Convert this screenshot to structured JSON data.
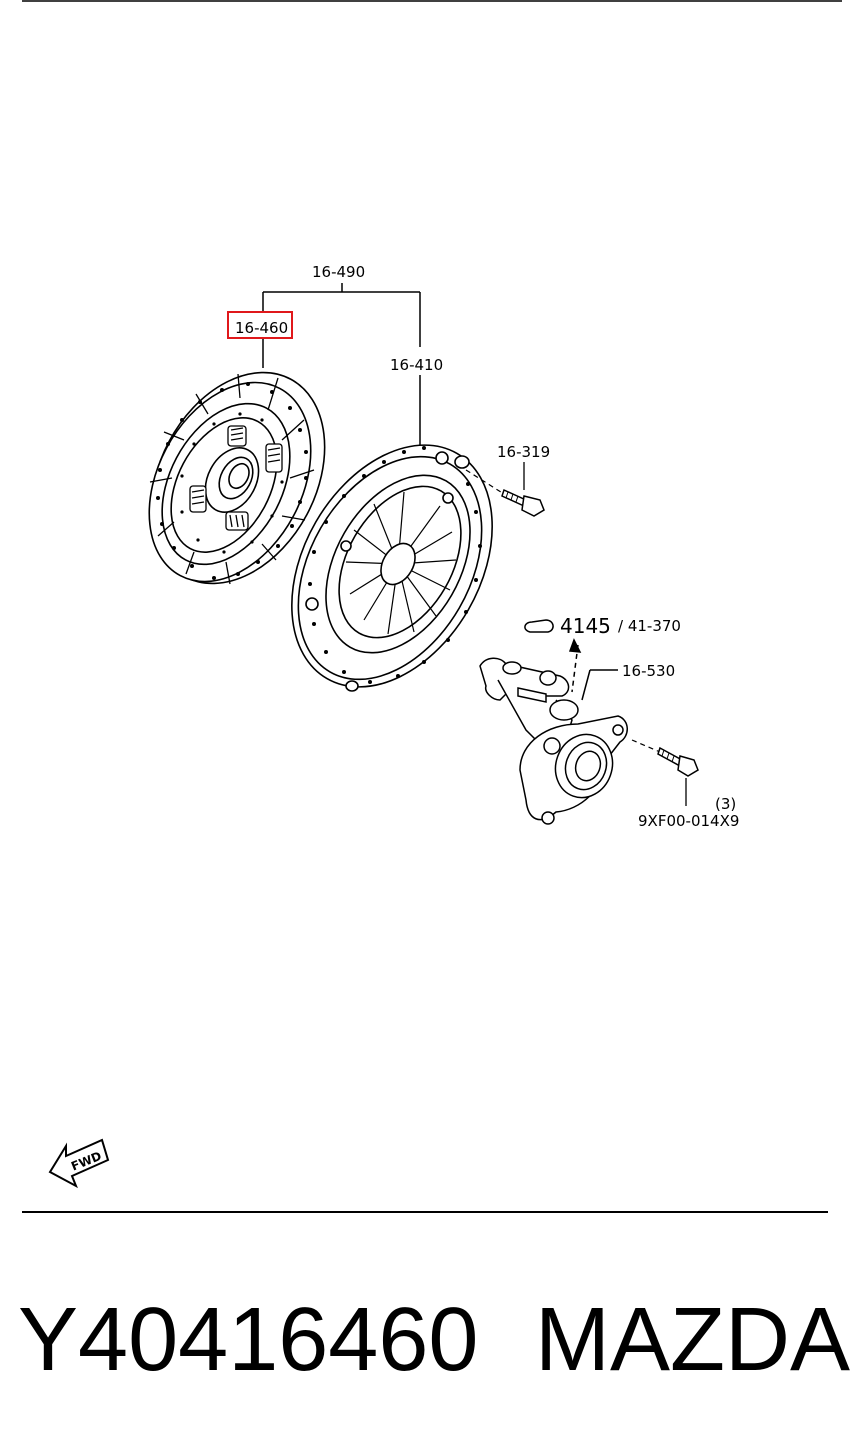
{
  "labels": {
    "assembly": "16-490",
    "disc_highlighted": "16-460",
    "cover": "16-410",
    "bolt": "16-319",
    "ref_a": "4145",
    "ref_b": "/ 41-370",
    "release_bearing": "16-530",
    "qty": "(3)",
    "bolt_part": "9XF00-014X9",
    "fwd": "FWD"
  },
  "footer": {
    "part_number": "Y40416460",
    "brand": "MAZDA"
  },
  "colors": {
    "highlight": "#e0181b",
    "line": "#000000"
  }
}
